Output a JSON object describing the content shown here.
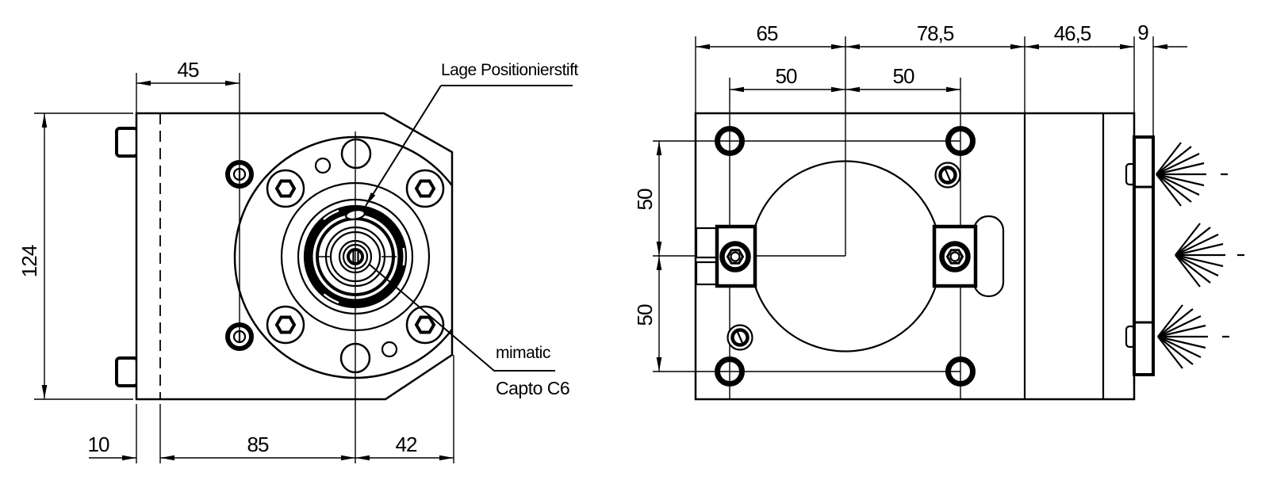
{
  "colors": {
    "line": "#000000",
    "background": "#ffffff"
  },
  "front_view": {
    "dim_top": "45",
    "dim_height": "124",
    "dim_offset": "10",
    "dim_center": "85",
    "dim_spindle": "42",
    "label_pin": "Lage Positionierstift",
    "label_brand": "mimatic",
    "label_coupling": "Capto C6"
  },
  "side_view": {
    "dim_left": "65",
    "dim_mid": "78,5",
    "dim_right": "46,5",
    "dim_plate": "9",
    "dim_hole_left": "50",
    "dim_hole_right": "50",
    "dim_hole_top": "50",
    "dim_hole_bottom": "50"
  }
}
